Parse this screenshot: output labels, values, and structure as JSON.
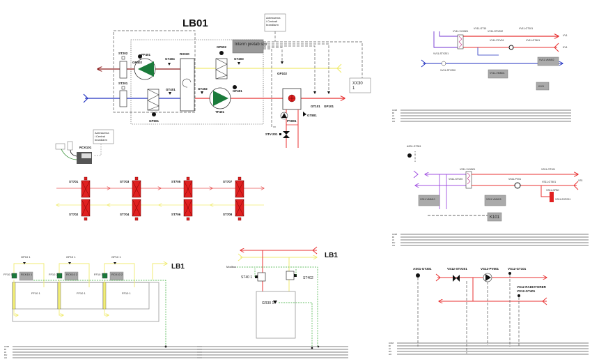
{
  "lb01": {
    "title": "LB01",
    "interm_box": "Interm pretab styr",
    "address_note": [
      "Adresserna",
      "i Centralt",
      "brandlarm"
    ],
    "xx30": [
      "XX30",
      "1"
    ],
    "labels": {
      "st202": "ST202",
      "st201": "ST201",
      "gp402": "GP402",
      "ff401": "FF401",
      "gt404": "GT404",
      "rx030": "RX030",
      "gp602": "GP602",
      "gt403": "GT403",
      "gp102": "GP102",
      "gt401": "GT401",
      "gt402": "GT402",
      "gf401": "GF401",
      "tf401": "TF401",
      "gp601": "GP601",
      "gt101": "GT101",
      "gp101": "GP101",
      "gt801": "GT801",
      "pv801": "PV801",
      "stv201": "STV-201"
    },
    "colors": {
      "exhaust": "#8b1a1a",
      "extract": "#f5f07a",
      "outdoor": "#2030c0",
      "supply": "#e83030",
      "fan": "#1a7a3a",
      "panel": "#999999"
    }
  },
  "rck": {
    "label": "RCK101",
    "address_note": [
      "Adresserna",
      "i Central",
      "brandlarm"
    ]
  },
  "dampers": [
    {
      "top": "ST701",
      "bottom": "ST702"
    },
    {
      "top": "ST703",
      "bottom": "ST704"
    },
    {
      "top": "ST705",
      "bottom": "ST706"
    },
    {
      "top": "ST707",
      "bottom": "ST708"
    }
  ],
  "zones": {
    "title": "LB1",
    "units": [
      {
        "fan": "FF10 1",
        "gp": "GP10 1",
        "rck": "RCK10 1",
        "room": "FF10 1"
      },
      {
        "fan": "FF10 2",
        "gp": "GP10 1",
        "rck": "RCK10 2",
        "room": "FF10 1"
      },
      {
        "fan": "FF10 3",
        "gp": "GP10 1",
        "rck": "RCK10 2",
        "room": "FF10 1"
      }
    ]
  },
  "bus_labels": [
    "COM",
    "DI",
    "AI",
    "DU",
    "AU"
  ],
  "gr": {
    "title": "LB1",
    "modbus": "Modbus",
    "st401": "ST40 1",
    "st402": "ST402",
    "gr30": "GR30 1"
  },
  "vv1": {
    "labels": [
      "VV11-VVX801",
      "VV11-GT10",
      "VV11-STV202",
      "VV11-GT101",
      "VV11-PCV01",
      "VV11-GT401",
      "VV11-STV201",
      "VV11-STV200",
      "VV11-VMM01",
      "VV11-VMM02",
      "K101",
      "VV1",
      "KV1"
    ]
  },
  "vs1": {
    "labels": [
      "AS01-GT301",
      "VS11-VVX801",
      "VS11-STV20",
      "VS11-PV01",
      "VS11-GT101",
      "VS11-GT401",
      "VS11-GP80",
      "VS11-EXP001",
      "VS11-VMM10",
      "VS11-VMM15",
      "K101",
      "VS1"
    ]
  },
  "vs12": {
    "as01": "AS01-GT301",
    "stv": "VS12-STV201",
    "pv": "VS12-PV601",
    "gt101": "VS12-GT101",
    "gt401": "VS12-GT401",
    "title": "VS12 RADIATORER"
  }
}
